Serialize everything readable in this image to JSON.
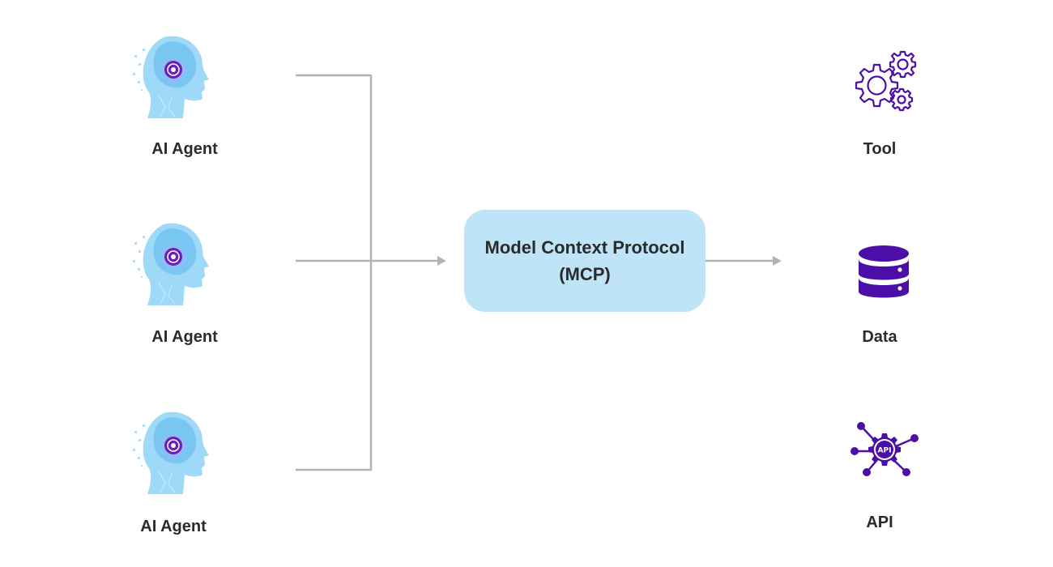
{
  "agents": [
    {
      "label": "AI Agent",
      "icon": "ai-head-icon"
    },
    {
      "label": "AI Agent",
      "icon": "ai-head-icon"
    },
    {
      "label": "AI Agent",
      "icon": "ai-head-icon"
    }
  ],
  "mcp": {
    "line1": "Model Context Protocol",
    "line2": "(MCP)"
  },
  "resources": [
    {
      "label": "Tool",
      "icon": "gears-icon"
    },
    {
      "label": "Data",
      "icon": "database-icon"
    },
    {
      "label": "API",
      "icon": "api-network-icon"
    }
  ],
  "colors": {
    "connector": "#b3b3b3",
    "mcp_fill": "#bfe4f8",
    "icon_purple": "#4b0fa8",
    "agent_blue": "#6fc3f2",
    "agent_core": "#6b1fb8",
    "text": "#2b2b2b"
  }
}
